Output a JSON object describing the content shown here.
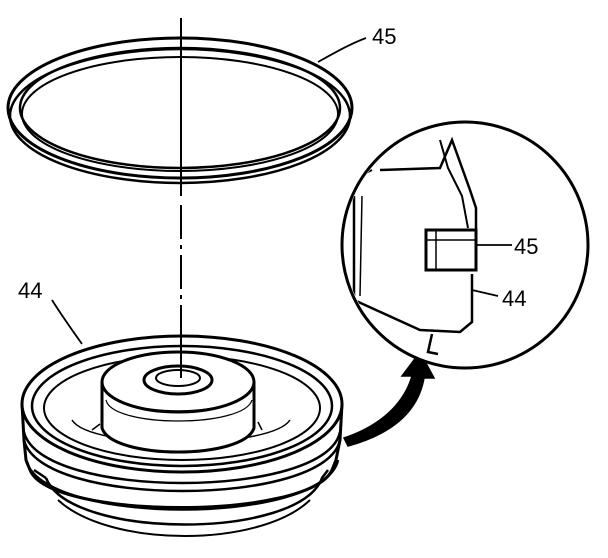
{
  "callouts": {
    "seal_ring": "45",
    "piston": "44",
    "detail_seal_ring": "45",
    "detail_piston": "44"
  },
  "colors": {
    "line": "#000000",
    "background": "#ffffff"
  }
}
